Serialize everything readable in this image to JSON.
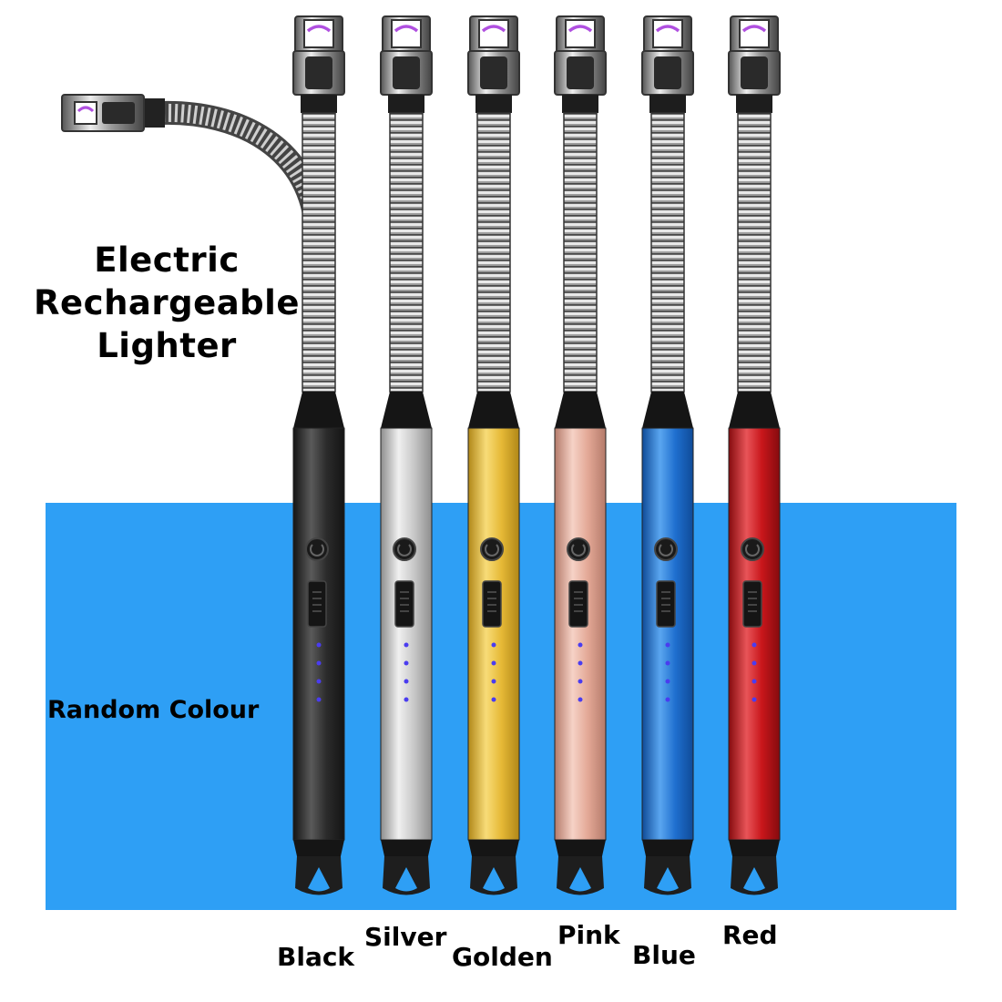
{
  "title_lines": [
    "Electric",
    "Rechargeable",
    "Lighter"
  ],
  "random_label": "Random Colour",
  "background_accent": "#2e9ff5",
  "lighters": [
    {
      "label": "Black",
      "color": "#2b2b2b",
      "light": "#5a5a5a",
      "dark": "#141414"
    },
    {
      "label": "Silver",
      "color": "#c8c8c8",
      "light": "#f0f0f0",
      "dark": "#8e8e8e"
    },
    {
      "label": "Golden",
      "color": "#e6b936",
      "light": "#f8dc78",
      "dark": "#b08718"
    },
    {
      "label": "Pink",
      "color": "#e3a896",
      "light": "#f6d2c6",
      "dark": "#b47a6a"
    },
    {
      "label": "Blue",
      "color": "#1f6fcf",
      "light": "#5aa6f0",
      "dark": "#0f4b98"
    },
    {
      "label": "Red",
      "color": "#c8161b",
      "light": "#e85458",
      "dark": "#850b0e"
    }
  ]
}
